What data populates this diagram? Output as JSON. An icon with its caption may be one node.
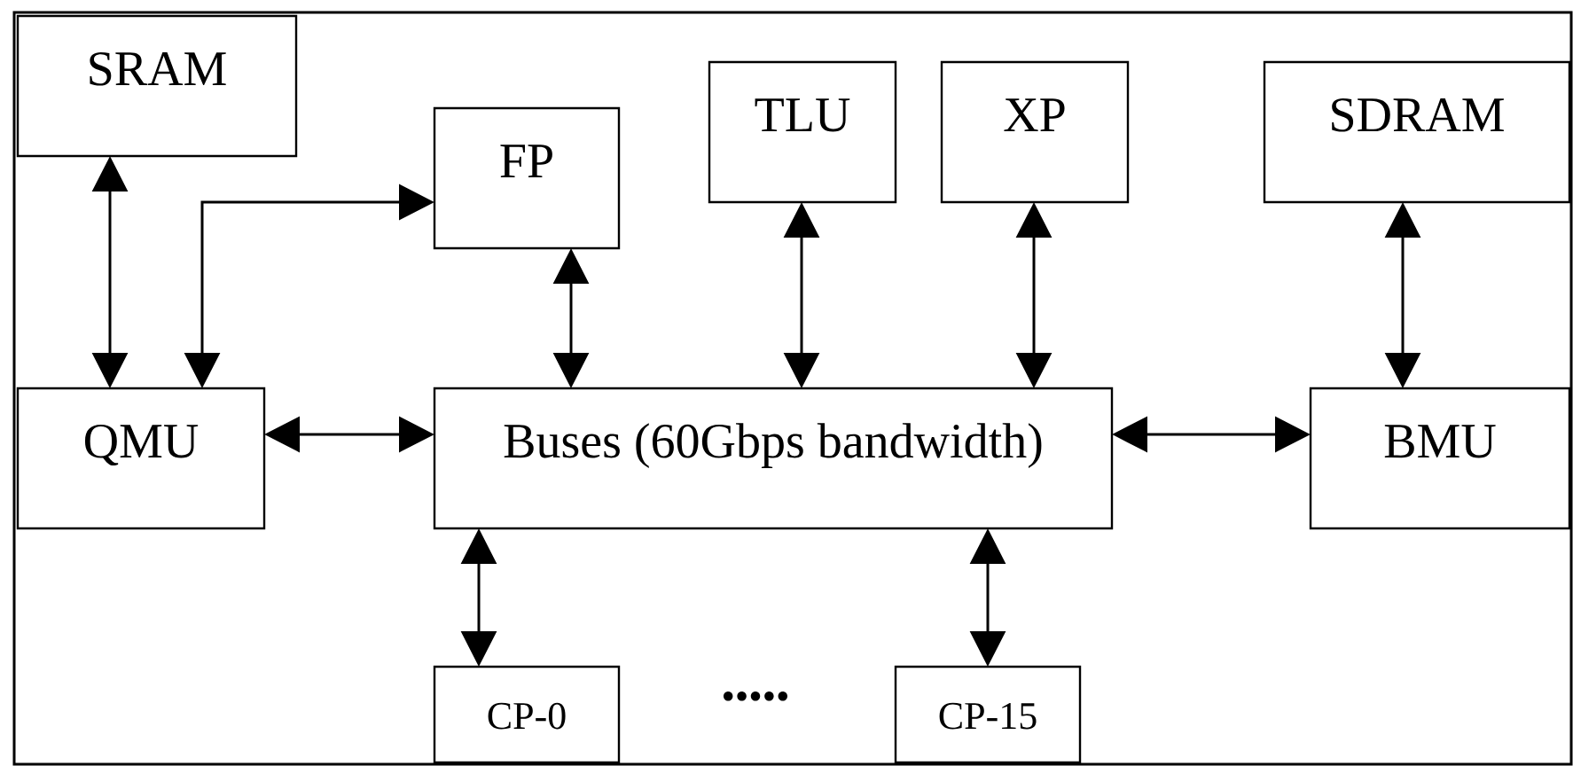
{
  "diagram": {
    "nodes": [
      {
        "text": [
          "SRAM"
        ]
      },
      {
        "text": [
          "FP"
        ]
      },
      {
        "text": [
          "TLU"
        ]
      },
      {
        "text": [
          "XP"
        ]
      },
      {
        "text": [
          "SDRAM"
        ]
      },
      {
        "text": [
          "QMU"
        ]
      },
      {
        "text": [
          "Buses (60Gbps bandwidth)"
        ]
      },
      {
        "text": [
          "BMU"
        ]
      },
      {
        "text": [
          "CP-0"
        ]
      },
      {
        "text": [
          "CP-15"
        ]
      }
    ],
    "edges": [
      {
        "from": 0,
        "to": 5,
        "arrow": "both"
      },
      {
        "from": 5,
        "to": 1,
        "arrow": "both"
      },
      {
        "from": 1,
        "to": 6,
        "arrow": "both"
      },
      {
        "from": 2,
        "to": 6,
        "arrow": "both"
      },
      {
        "from": 3,
        "to": 6,
        "arrow": "both"
      },
      {
        "from": 4,
        "to": 7,
        "arrow": "both"
      },
      {
        "from": 5,
        "to": 6,
        "arrow": "both"
      },
      {
        "from": 6,
        "to": 7,
        "arrow": "both"
      },
      {
        "from": 6,
        "to": 8,
        "arrow": "both"
      },
      {
        "from": 6,
        "to": 9,
        "arrow": "both"
      }
    ],
    "labels": [
      "•••••"
    ]
  }
}
